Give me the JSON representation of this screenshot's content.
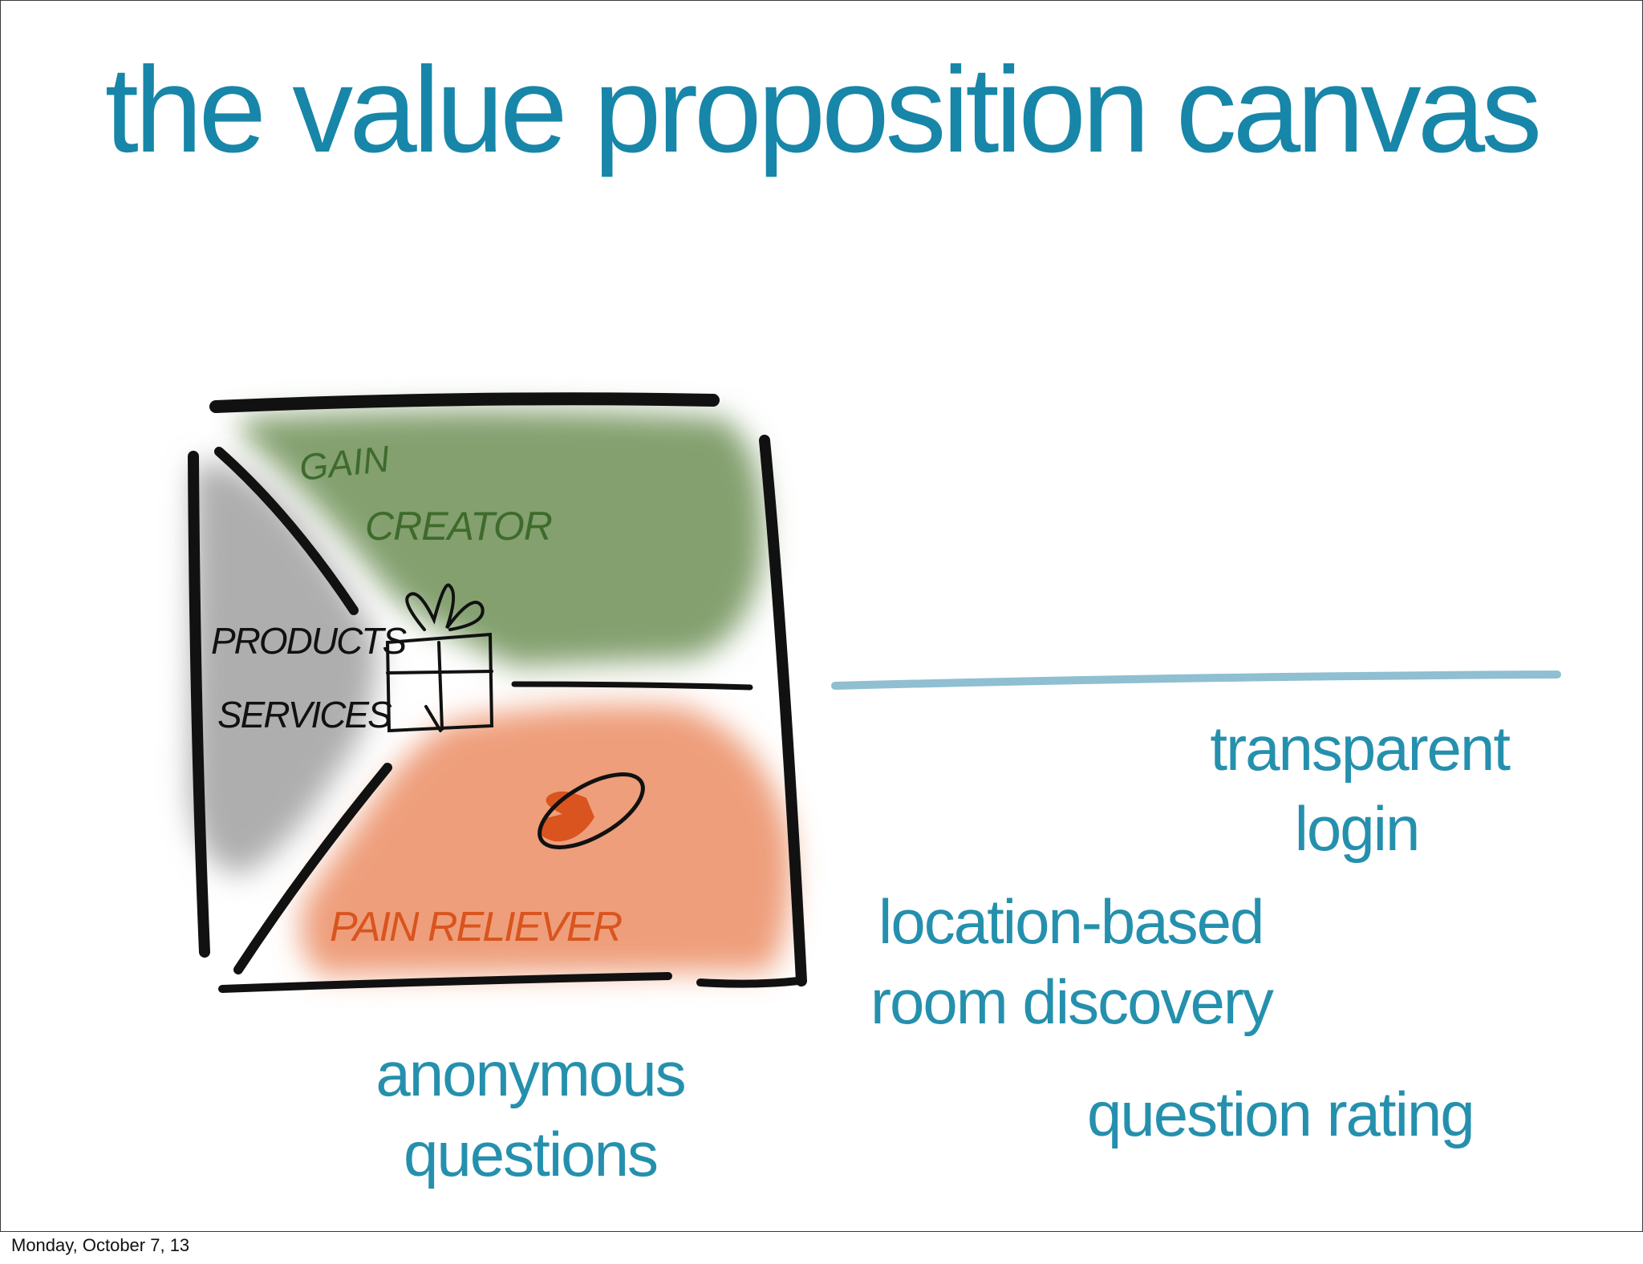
{
  "slide": {
    "title": "the value proposition canvas",
    "footer_date": "Monday, October 7, 13"
  },
  "sketch": {
    "gain_creator_line1": "GAIN",
    "gain_creator_line2": "CREATOR",
    "products_line1": "PRODUCTS",
    "products_line2": "SERVICES",
    "pain_reliever": "PAIN RELIEVER",
    "colors": {
      "gain": "#6f8f55",
      "pain": "#e8784a",
      "products": "#9a9a9a",
      "ink": "#111111",
      "divider": "#8fbfd0"
    },
    "icons": [
      "gift-icon",
      "pill-icon"
    ]
  },
  "features": {
    "transparent": "transparent",
    "login": "login",
    "location": "location-based",
    "room": "room discovery",
    "anonymous": "anonymous",
    "questions": "questions",
    "rating": "question rating"
  },
  "colors": {
    "title": "#1786a8",
    "feature_text": "#2590ad"
  }
}
